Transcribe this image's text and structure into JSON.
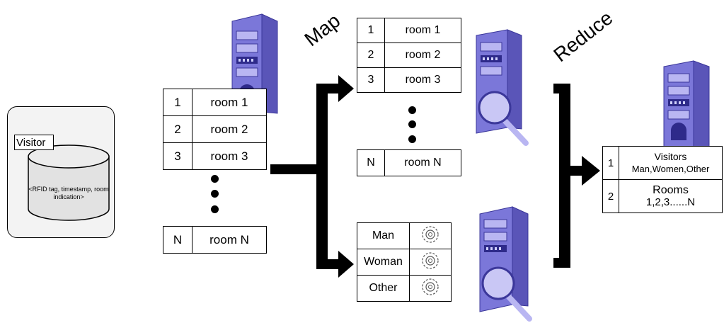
{
  "visitor": {
    "label": "Visitor",
    "record": "<RFID tag, timestamp, room indication>"
  },
  "input_table": {
    "rows": [
      {
        "num": "1",
        "label": "room 1"
      },
      {
        "num": "2",
        "label": "room 2"
      },
      {
        "num": "3",
        "label": "room 3"
      }
    ],
    "last": {
      "num": "N",
      "label": "room N"
    }
  },
  "map": {
    "label": "Map",
    "rooms_table": {
      "rows": [
        {
          "num": "1",
          "label": "room 1"
        },
        {
          "num": "2",
          "label": "room 2"
        },
        {
          "num": "3",
          "label": "room 3"
        }
      ],
      "last": {
        "num": "N",
        "label": "room N"
      }
    },
    "gender_table": {
      "rows": [
        {
          "label": "Man",
          "icon": "gear-icon"
        },
        {
          "label": "Woman",
          "icon": "gear-icon"
        },
        {
          "label": "Other",
          "icon": "gear-icon"
        }
      ]
    }
  },
  "reduce": {
    "label": "Reduce",
    "result_table": {
      "rows": [
        {
          "num": "1",
          "title": "Visitors",
          "detail": "Man,Women,Other"
        },
        {
          "num": "2",
          "title": "Rooms",
          "detail": "1,2,3......N"
        }
      ]
    }
  },
  "colors": {
    "server_front": "#7b77d9",
    "server_side": "#5a55b8",
    "server_top": "#a9a6ee",
    "arrow": "#000000",
    "panel_bg": "#f3f3f3"
  }
}
